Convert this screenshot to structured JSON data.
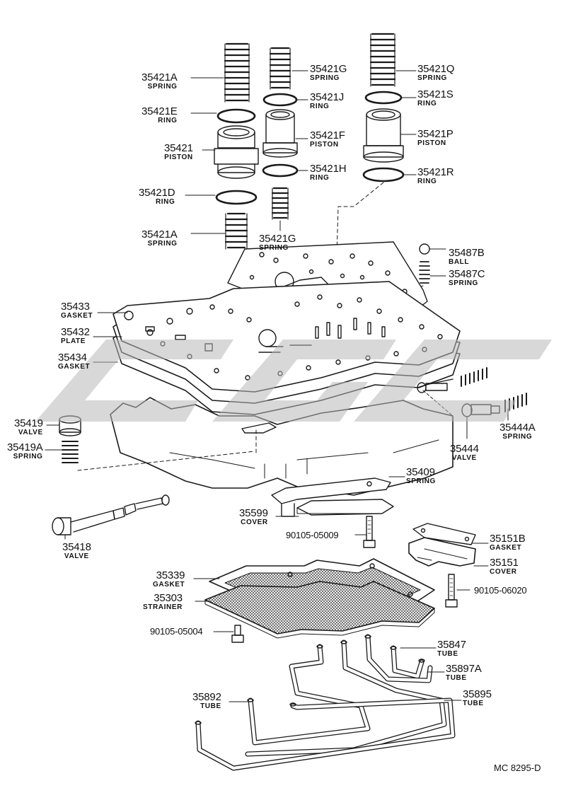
{
  "diagram_code": "MC 8295-D",
  "colors": {
    "line": "#1a1a1a",
    "watermark": "#b8b8b8",
    "background": "#ffffff"
  },
  "watermark": {
    "text": "CMC"
  },
  "labels": {
    "l35421A_top": {
      "part": "35421A",
      "name": "SPRING"
    },
    "l35421E": {
      "part": "35421E",
      "name": "RING"
    },
    "l35421": {
      "part": "35421",
      "name": "PISTON"
    },
    "l35421D": {
      "part": "35421D",
      "name": "RING"
    },
    "l35421A_bot": {
      "part": "35421A",
      "name": "SPRING"
    },
    "l35421G_top": {
      "part": "35421G",
      "name": "SPRING"
    },
    "l35421J": {
      "part": "35421J",
      "name": "RING"
    },
    "l35421F": {
      "part": "35421F",
      "name": "PISTON"
    },
    "l35421H": {
      "part": "35421H",
      "name": "RING"
    },
    "l35421G_bot": {
      "part": "35421G",
      "name": "SPRING"
    },
    "l35421Q": {
      "part": "35421Q",
      "name": "SPRING"
    },
    "l35421S": {
      "part": "35421S",
      "name": "RING"
    },
    "l35421P": {
      "part": "35421P",
      "name": "PISTON"
    },
    "l35421R": {
      "part": "35421R",
      "name": "RING"
    },
    "l35487B": {
      "part": "35487B",
      "name": "BALL"
    },
    "l35487C": {
      "part": "35487C",
      "name": "SPRING"
    },
    "l35433": {
      "part": "35433",
      "name": "GASKET"
    },
    "l35432": {
      "part": "35432",
      "name": "PLATE"
    },
    "l35434": {
      "part": "35434",
      "name": "GASKET"
    },
    "l35419": {
      "part": "35419",
      "name": "VALVE"
    },
    "l35419A": {
      "part": "35419A",
      "name": "SPRING"
    },
    "l35444A": {
      "part": "35444A",
      "name": "SPRING"
    },
    "l35444": {
      "part": "35444",
      "name": "VALVE"
    },
    "l35409": {
      "part": "35409",
      "name": "SPRING"
    },
    "l35599": {
      "part": "35599",
      "name": "COVER"
    },
    "l35418": {
      "part": "35418",
      "name": "VALVE"
    },
    "l90105_05009": {
      "part": "90105-05009",
      "name": ""
    },
    "l35151B": {
      "part": "35151B",
      "name": "GASKET"
    },
    "l35151": {
      "part": "35151",
      "name": "COVER"
    },
    "l90105_06020": {
      "part": "90105-06020",
      "name": ""
    },
    "l35339": {
      "part": "35339",
      "name": "GASKET"
    },
    "l35303": {
      "part": "35303",
      "name": "STRAINER"
    },
    "l90105_05004": {
      "part": "90105-05004",
      "name": ""
    },
    "l35847": {
      "part": "35847",
      "name": "TUBE"
    },
    "l35897A": {
      "part": "35897A",
      "name": "TUBE"
    },
    "l35895": {
      "part": "35895",
      "name": "TUBE"
    },
    "l35892": {
      "part": "35892",
      "name": "TUBE"
    }
  }
}
